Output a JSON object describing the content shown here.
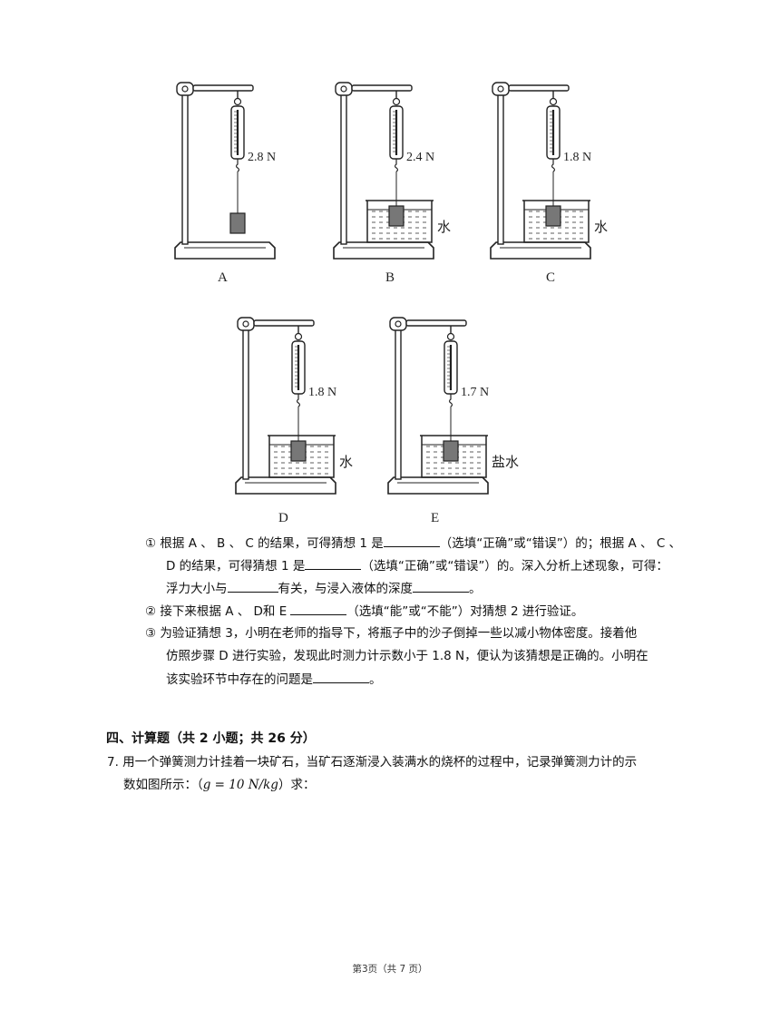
{
  "figures": [
    {
      "id": "A",
      "label": "A",
      "reading": "2.8 N",
      "liquid": ""
    },
    {
      "id": "B",
      "label": "B",
      "reading": "2.4 N",
      "liquid": "水"
    },
    {
      "id": "C",
      "label": "C",
      "reading": "1.8 N",
      "liquid": "水"
    },
    {
      "id": "D",
      "label": "D",
      "reading": "1.8 N",
      "liquid": "水"
    },
    {
      "id": "E",
      "label": "E",
      "reading": "1.7 N",
      "liquid": "盐水"
    }
  ],
  "questions": {
    "q1": {
      "marker": "①",
      "line1_a": "根据 A 、 B 、 C 的结果，可得猜想 1 是",
      "line1_b": "（选填“正确”或“错误”）的；根据 A 、 C 、",
      "line2_a": "D 的结果，可得猜想 1 是",
      "line2_b": "（选填“正确”或“错误”）的。深入分析上述现象，可得：",
      "line3_a": "浮力大小与",
      "line3_b": "有关，与浸入液体的深度",
      "line3_c": "。"
    },
    "q2": {
      "marker": "②",
      "line1_a": "接下来根据 A 、 D和 E",
      "line1_b": "（选填“能”或“不能”）对猜想 2 进行验证。"
    },
    "q3": {
      "marker": "③",
      "line1": "为验证猜想 3，小明在老师的指导下，将瓶子中的沙子倒掉一些以减小物体密度。接着他",
      "line2": "仿照步骤 D 进行实验，发现此时测力计示数小于 1.8 N，便认为该猜想是正确的。小明在",
      "line3_a": "该实验环节中存在的问题是",
      "line3_b": "。"
    }
  },
  "section4": {
    "title": "四、计算题（共 2 小题；共 26 分）",
    "q7_line1": "7. 用一个弹簧测力计挂着一块矿石，当矿石逐渐浸入装满水的烧杯的过程中，记录弹簧测力计的示",
    "q7_line2_a": "数如图所示：（",
    "q7_formula": "g = 10 N/kg",
    "q7_line2_b": "）求："
  },
  "footer": "第3页（共 7 页）"
}
